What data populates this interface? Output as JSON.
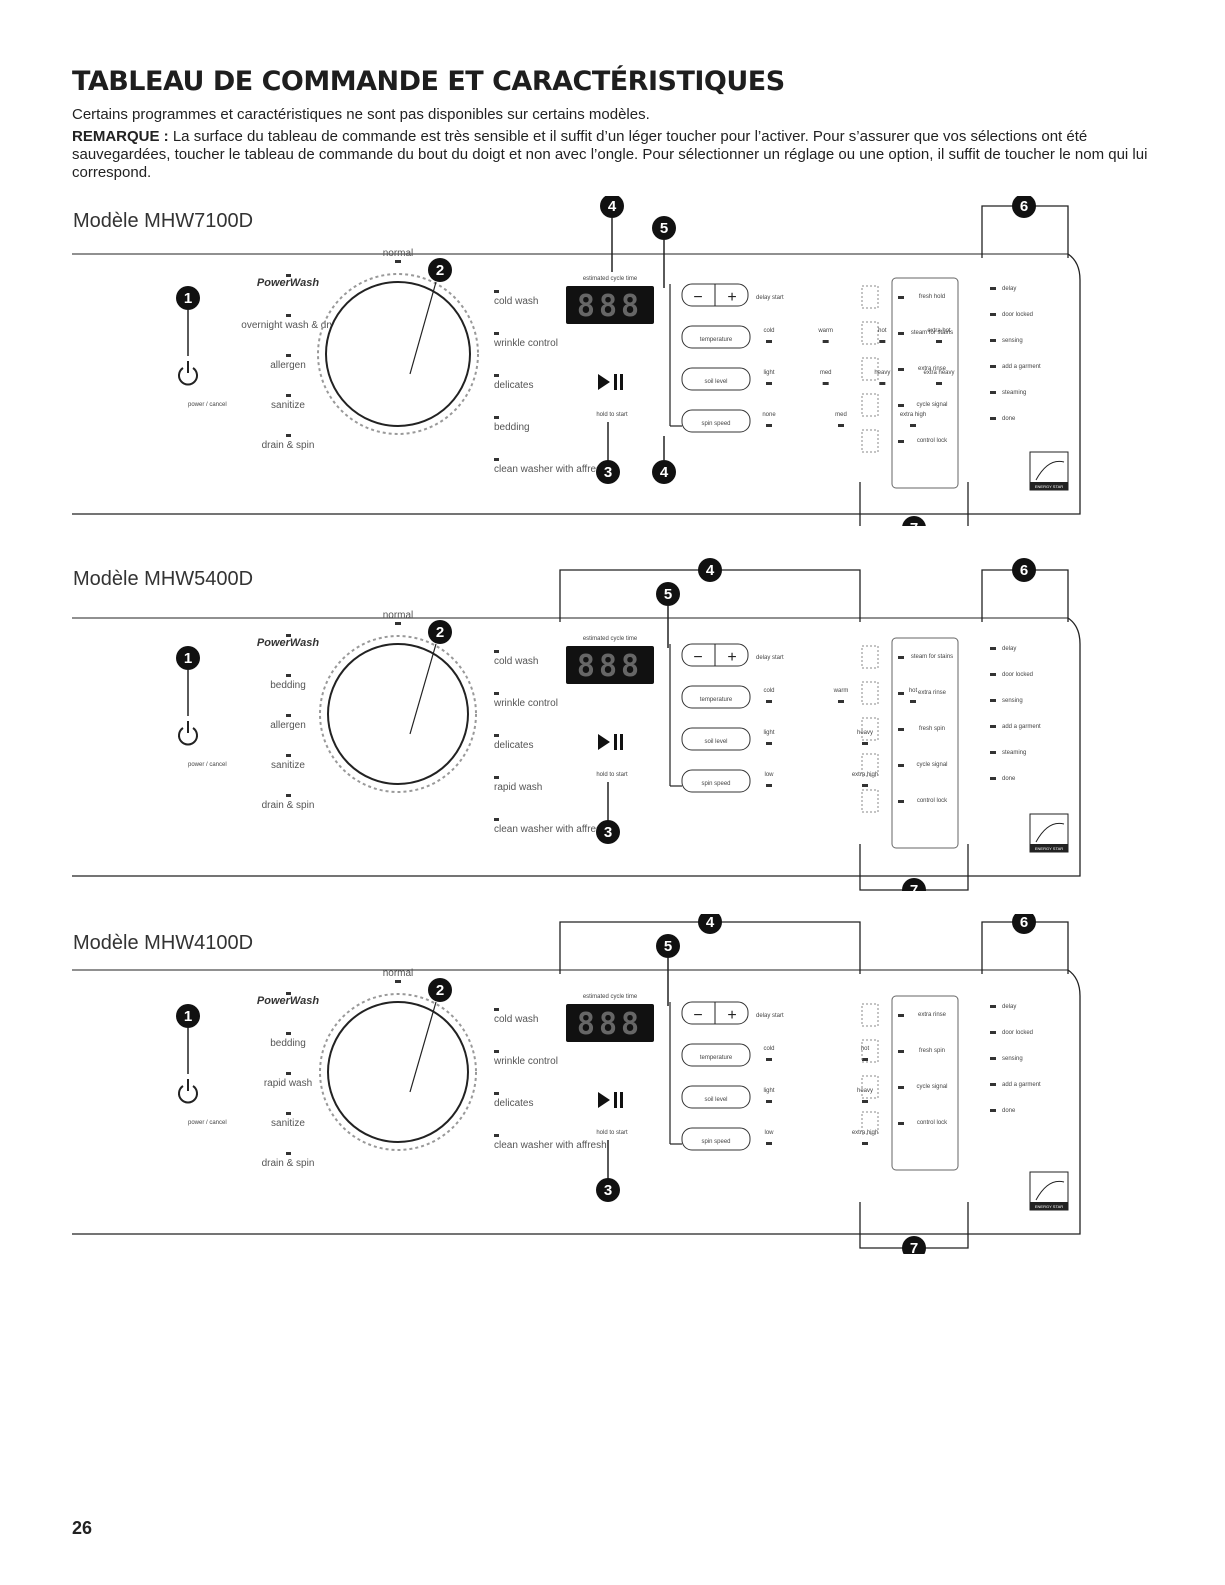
{
  "page": {
    "title": "TABLEAU DE COMMANDE ET CARACTÉRISTIQUES",
    "intro": "Certains programmes et caractéristiques ne sont pas disponibles sur certains modèles.",
    "note_label": "REMARQUE :",
    "note_text": "La surface du tableau de commande est très sensible et il suffit d’un léger toucher pour l’activer. Pour s’assurer que vos sélections ont été sauvegardées, toucher le tableau de commande du bout du doigt et non avec l’ongle. Pour sélectionner un réglage ou une option, il suffit de toucher le nom qui lui correspond.",
    "page_number": "26"
  },
  "common": {
    "power": "power / cancel",
    "powerwash": "PowerWash",
    "normal": "normal",
    "estimated": "estimated cycle time",
    "display": "888",
    "hold": "hold to start",
    "delay_start": "delay start",
    "temperature": "temperature",
    "soil_level": "soil level",
    "spin_speed": "spin speed",
    "energy": "ENERGY STAR"
  },
  "panels": [
    {
      "model": "Modèle MHW7100D",
      "left_cycles": [
        "overnight wash & dry",
        "allergen",
        "sanitize",
        "drain & spin"
      ],
      "right_cycles": [
        "cold wash",
        "wrinkle control",
        "delicates",
        "bedding",
        "clean washer with affresh"
      ],
      "temp_levels": [
        "cold",
        "warm",
        "hot",
        "extra hot"
      ],
      "soil_levels": [
        "light",
        "med",
        "heavy",
        "extra heavy"
      ],
      "spin_levels": [
        "none",
        "med",
        "extra high"
      ],
      "options": [
        "fresh hold",
        "steam for stains",
        "extra rinse",
        "cycle signal",
        "control lock"
      ],
      "status": [
        "delay",
        "door locked",
        "sensing",
        "add a garment",
        "steaming",
        "done"
      ]
    },
    {
      "model": "Modèle MHW5400D",
      "left_cycles": [
        "bedding",
        "allergen",
        "sanitize",
        "drain & spin"
      ],
      "right_cycles": [
        "cold wash",
        "wrinkle control",
        "delicates",
        "rapid wash",
        "clean washer with affresh"
      ],
      "temp_levels": [
        "cold",
        "warm",
        "hot"
      ],
      "soil_levels": [
        "light",
        "heavy"
      ],
      "spin_levels": [
        "low",
        "extra high"
      ],
      "options": [
        "steam for stains",
        "extra rinse",
        "fresh spin",
        "cycle signal",
        "control lock"
      ],
      "status": [
        "delay",
        "door locked",
        "sensing",
        "add a garment",
        "steaming",
        "done"
      ]
    },
    {
      "model": "Modèle MHW4100D",
      "left_cycles": [
        "bedding",
        "rapid wash",
        "sanitize",
        "drain & spin"
      ],
      "right_cycles": [
        "cold wash",
        "wrinkle control",
        "delicates",
        "clean washer with affresh"
      ],
      "temp_levels": [
        "cold",
        "hot"
      ],
      "soil_levels": [
        "light",
        "heavy"
      ],
      "spin_levels": [
        "low",
        "extra high"
      ],
      "options": [
        "extra rinse",
        "fresh spin",
        "cycle signal",
        "control lock"
      ],
      "status": [
        "delay",
        "door locked",
        "sensing",
        "add a garment",
        "done"
      ]
    }
  ]
}
